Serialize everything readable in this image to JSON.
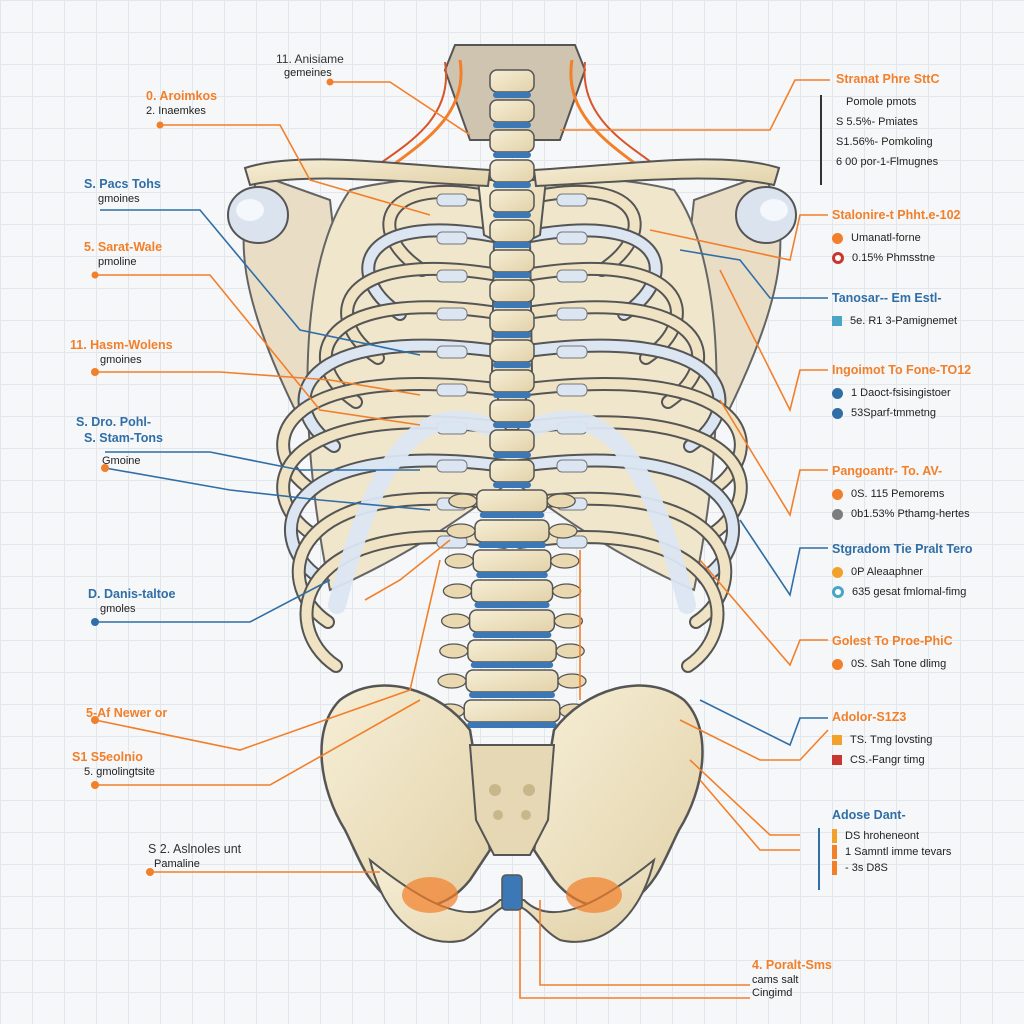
{
  "colors": {
    "orange": "#f27f2a",
    "blue": "#2f6ea6",
    "bone": "#eee2c2",
    "cartilage": "#dbe6f2",
    "disc": "#3b78b5",
    "red": "#c8362f",
    "gray": "#7d7d7d",
    "teal": "#4aa6c7",
    "amber": "#f2a12a"
  },
  "left_labels": [
    {
      "title": "11. Anisiame",
      "sub": "gemeines",
      "color": "#333333"
    },
    {
      "title": "0. Aroimkos",
      "sub": "2. Inaemkes",
      "color": "#f27f2a"
    },
    {
      "title": "S. Pacs Tohs",
      "sub": "gmoines",
      "color": "#2f6ea6"
    },
    {
      "title": "5. Sarat-Wale",
      "sub": "pmoline",
      "color": "#f27f2a"
    },
    {
      "title": "11. Hasm-Wolens",
      "sub": "gmoines",
      "color": "#f27f2a"
    },
    {
      "title": "S. Dro. Pohl-",
      "sub": "S. Stam-Tons",
      "color": "#2f6ea6"
    },
    {
      "title": "",
      "sub": "Gmoine",
      "color": "#2f6ea6"
    },
    {
      "title": "D. Danis-taltoe",
      "sub": "gmoles",
      "color": "#2f6ea6"
    },
    {
      "title": "5-Af Newer or",
      "sub": "",
      "color": "#f27f2a"
    },
    {
      "title": "S1 S5eolnio",
      "sub": "5. gmolingtsite",
      "color": "#f27f2a"
    },
    {
      "title": "S 2. Aslnoles unt",
      "sub": "Pamaline",
      "color": "#333333"
    }
  ],
  "right_legends": [
    {
      "title": "Stranat Phre SttC",
      "rows": [
        {
          "mark": "none",
          "color": "",
          "text": "Pomole pmots"
        },
        {
          "mark": "none",
          "color": "",
          "text": "S 5.5%- Pmiates"
        },
        {
          "mark": "none",
          "color": "",
          "text": "S1.56%- Pomkoling"
        },
        {
          "mark": "none",
          "color": "",
          "text": "6 00 por-1-Flmugnes"
        }
      ]
    },
    {
      "title": "Stalonire-t Phht.e-102",
      "rows": [
        {
          "mark": "dot",
          "color": "#f27f2a",
          "text": "Umanatl-forne"
        },
        {
          "mark": "dot",
          "color": "#c8362f",
          "text": "0.15% Phmsstne"
        }
      ]
    },
    {
      "title": "Tanosar-- Em Estl-",
      "rows": [
        {
          "mark": "square",
          "color": "#4aa6c7",
          "text": "5e. R1 3-Pamignemet"
        }
      ]
    },
    {
      "title": "Ingoimot To Fone-TO12",
      "rows": [
        {
          "mark": "dot",
          "color": "#2f6ea6",
          "text": "1 Daoct-fsisingistoer"
        },
        {
          "mark": "dot",
          "color": "#2f6ea6",
          "text": "53Sparf-tmmetng"
        }
      ]
    },
    {
      "title": "Pangoantr- To. AV-",
      "rows": [
        {
          "mark": "dot",
          "color": "#f27f2a",
          "text": "0S. 115 Pemorems"
        },
        {
          "mark": "dot",
          "color": "#7d7d7d",
          "text": "0b1.53% Pthamg-hertes"
        }
      ]
    },
    {
      "title": "Stgradom Tie Pralt Tero",
      "rows": [
        {
          "mark": "dot",
          "color": "#f2a12a",
          "text": "0P Aleaaphner"
        },
        {
          "mark": "dot",
          "color": "#4aa6c7",
          "text": "635 gesat fmlomal-fimg"
        }
      ]
    },
    {
      "title": "Golest To Proe-PhiC",
      "rows": [
        {
          "mark": "dot",
          "color": "#f27f2a",
          "text": "0S. Sah Tone dlimg"
        }
      ]
    },
    {
      "title": "Adolor-S1Z3",
      "rows": [
        {
          "mark": "dot",
          "color": "#f2a12a",
          "text": "TS. Tmg lovsting"
        },
        {
          "mark": "dot",
          "color": "#c8362f",
          "text": "CS.-Fangr timg"
        }
      ]
    },
    {
      "title": "Adose Dant-",
      "rows": [
        {
          "mark": "bar",
          "color": "#f2a12a",
          "text": "DS hroheneont"
        },
        {
          "mark": "bar",
          "color": "#f27f2a",
          "text": "1 Samntl imme tevars"
        },
        {
          "mark": "bar",
          "color": "#f27f2a",
          "text": "- 3s D8S"
        }
      ]
    }
  ],
  "bottom_label": {
    "title": "4. Poralt-Sms",
    "lines": [
      "cams salt",
      "Cingimd"
    ]
  }
}
